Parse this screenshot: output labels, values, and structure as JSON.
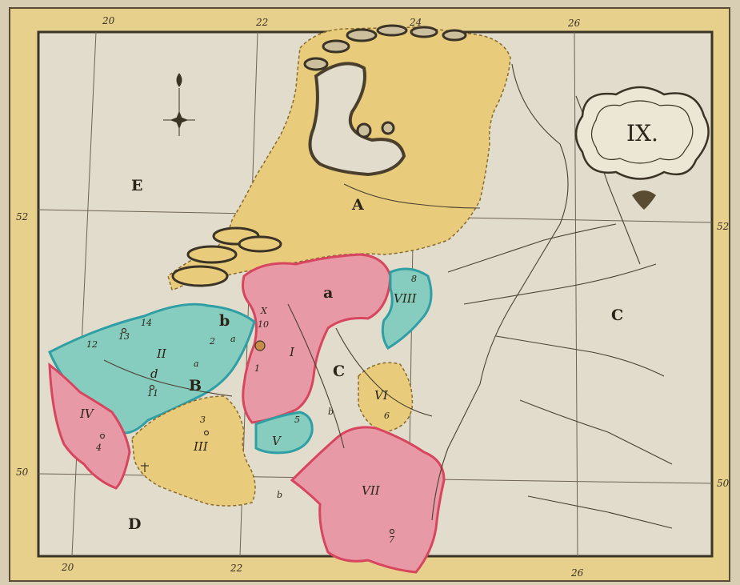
{
  "map": {
    "plate_number": "IX.",
    "degree_labels": {
      "top": [
        "20",
        "22",
        "24",
        "26"
      ],
      "bottom": [
        "20",
        "22",
        "26"
      ],
      "left": [
        "52",
        "50"
      ],
      "right": [
        "52",
        "50"
      ]
    },
    "region_letters": [
      "A",
      "a",
      "b",
      "a",
      "a",
      "B",
      "C",
      "C",
      "D",
      "E",
      "b",
      "b"
    ],
    "roman_labels": [
      "I",
      "II",
      "III",
      "IV",
      "V",
      "VI",
      "VII",
      "VIII",
      "X"
    ],
    "number_labels": [
      "14",
      "12",
      "13",
      "2",
      "11",
      "d",
      "3",
      "4",
      "6",
      "7",
      "8",
      "1",
      "5",
      "10"
    ],
    "colors": {
      "paper": "#e2dccd",
      "border_yellow": "#e8d38a",
      "yellow": "#e8cc7c",
      "pink": "#e79aa6",
      "teal": "#86cdbf",
      "pink_border": "#d8455f",
      "teal_border": "#2f9fa4",
      "ink": "#3b3326"
    }
  }
}
